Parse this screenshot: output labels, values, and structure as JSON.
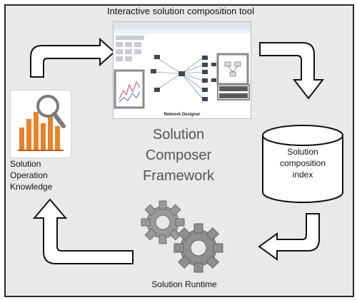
{
  "diagram": {
    "top_title": "Interactive solution composition tool",
    "center_title_lines": [
      "Solution",
      "Composer",
      "Framework"
    ],
    "index_lines": [
      "Solution",
      "composition",
      "index"
    ],
    "knowledge_lines": [
      "Solution",
      "Operation",
      "Knowledge"
    ],
    "runtime_label": "Solution Runtime",
    "screenshot_caption": "Network Designer"
  },
  "colors": {
    "frame_bg": "#e9e9e9",
    "frame_border": "#2a2a2a",
    "center_text": "#555555",
    "chart_orange": "#e8822a",
    "magnifier_gray": "#7a7a7a",
    "gear_gray": "#9a9a9a"
  },
  "icons": [
    "cylinder-database-icon",
    "gear-icon",
    "chart-magnifier-icon",
    "curved-arrow-icon"
  ]
}
